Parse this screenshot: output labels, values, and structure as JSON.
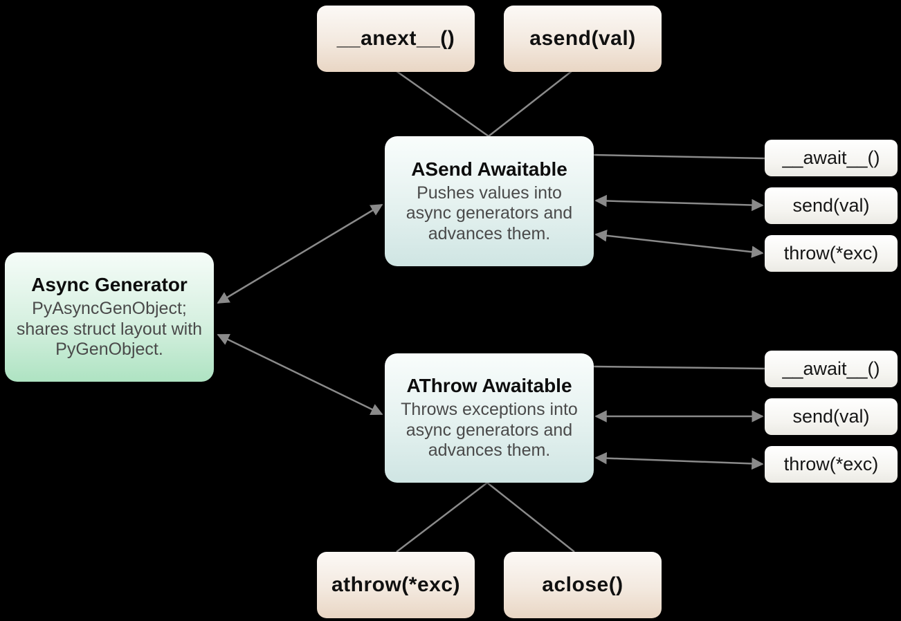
{
  "diagram": {
    "colors": {
      "background": "#000000",
      "edge": "#8a8a8a",
      "method_box_top": "#fcf9f6",
      "method_box_bottom": "#e9d6c4",
      "awaitable_box_top": "#f9fdfc",
      "awaitable_box_bottom": "#cfe5e3",
      "generator_box_top": "#f5fcf8",
      "generator_box_bottom": "#aee3c2",
      "protocol_box_top": "#ffffff",
      "protocol_box_bottom": "#ebeae4",
      "title_text": "#0d0d0d",
      "body_text": "#4a4a4a"
    },
    "nodes": {
      "anext": {
        "label": "__anext__()"
      },
      "asend": {
        "label": "asend(val)"
      },
      "asend_awaitable": {
        "title": "ASend Awaitable",
        "description": "Pushes values into async generators and advances them."
      },
      "async_generator": {
        "title": "Async Generator",
        "description": "PyAsyncGenObject; shares struct layout with PyGenObject."
      },
      "athrow_awaitable": {
        "title": "AThrow Awaitable",
        "description": "Throws exceptions into async generators and advances them."
      },
      "asend_await": {
        "label": "__await__()"
      },
      "asend_send": {
        "label": "send(val)"
      },
      "asend_throw": {
        "label": "throw(*exc)"
      },
      "athrow_await": {
        "label": "__await__()"
      },
      "athrow_send": {
        "label": "send(val)"
      },
      "athrow_throw": {
        "label": "throw(*exc)"
      },
      "athrow_method": {
        "label": "athrow(*exc)"
      },
      "aclose": {
        "label": "aclose()"
      }
    },
    "edges": [
      {
        "from": "anext",
        "to": "asend_awaitable",
        "style": "line"
      },
      {
        "from": "asend",
        "to": "asend_awaitable",
        "style": "line"
      },
      {
        "from": "async_generator",
        "to": "asend_awaitable",
        "style": "double-arrow"
      },
      {
        "from": "async_generator",
        "to": "athrow_awaitable",
        "style": "double-arrow"
      },
      {
        "from": "asend_awaitable",
        "to": "asend_await",
        "style": "line"
      },
      {
        "from": "asend_awaitable",
        "to": "asend_send",
        "style": "double-arrow"
      },
      {
        "from": "asend_awaitable",
        "to": "asend_throw",
        "style": "double-arrow"
      },
      {
        "from": "athrow_awaitable",
        "to": "athrow_await",
        "style": "line"
      },
      {
        "from": "athrow_awaitable",
        "to": "athrow_send",
        "style": "double-arrow"
      },
      {
        "from": "athrow_awaitable",
        "to": "athrow_throw",
        "style": "double-arrow"
      },
      {
        "from": "athrow_method",
        "to": "athrow_awaitable",
        "style": "line"
      },
      {
        "from": "aclose",
        "to": "athrow_awaitable",
        "style": "line"
      }
    ]
  }
}
